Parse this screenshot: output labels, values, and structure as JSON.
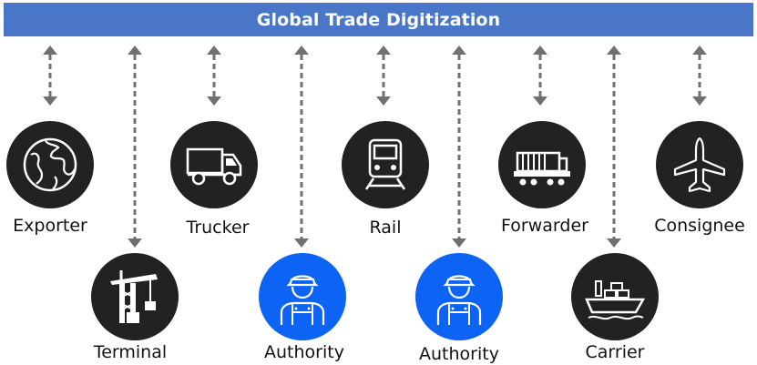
{
  "banner": {
    "title": "Global Trade Digitization"
  },
  "colors": {
    "banner": "#4a76c8",
    "node": "#222222",
    "authority": "#0d63f3",
    "arrow": "#707070"
  },
  "nodes": [
    {
      "label": "Exporter",
      "icon": "globe-icon"
    },
    {
      "label": "Terminal",
      "icon": "crane-icon"
    },
    {
      "label": "Trucker",
      "icon": "truck-icon"
    },
    {
      "label": "Authority",
      "icon": "officer-icon"
    },
    {
      "label": "Rail",
      "icon": "train-icon"
    },
    {
      "label": "Authority",
      "icon": "officer-icon"
    },
    {
      "label": "Forwarder",
      "icon": "locomotive-icon"
    },
    {
      "label": "Carrier",
      "icon": "ship-icon"
    },
    {
      "label": "Consignee",
      "icon": "airplane-icon"
    }
  ]
}
